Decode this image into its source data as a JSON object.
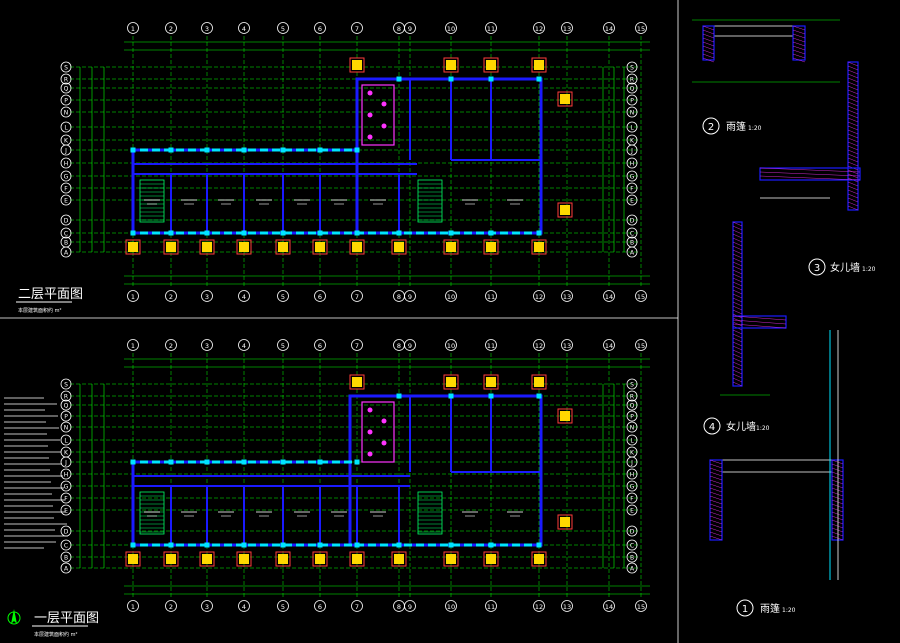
{
  "colors": {
    "background": "#000000",
    "grid_line": "#00ff00",
    "wall": "#1a1aff",
    "window": "#00e5ff",
    "column": "#ffd800",
    "column_outline": "#ff3b3b",
    "text": "#ffffff",
    "stair": "#00ff66",
    "sanitary": "#ff33ff"
  },
  "plans": [
    {
      "id": "plan-second-floor",
      "title": "二层平面图",
      "subtitle": "本层建筑面积约 m²",
      "grid_numbers": [
        "1",
        "2",
        "3",
        "4",
        "5",
        "6",
        "7",
        "8",
        "9",
        "10",
        "11",
        "12",
        "13",
        "14",
        "15"
      ],
      "grid_letters": [
        "S",
        "R",
        "Q",
        "P",
        "N",
        "L",
        "K",
        "J",
        "H",
        "G",
        "F",
        "E",
        "D",
        "C",
        "B",
        "A"
      ]
    },
    {
      "id": "plan-first-floor",
      "title": "一层平面图",
      "subtitle": "本层建筑面积约 m²",
      "grid_numbers": [
        "1",
        "2",
        "3",
        "4",
        "5",
        "6",
        "7",
        "8",
        "9",
        "10",
        "11",
        "12",
        "13",
        "14",
        "15"
      ],
      "grid_letters": [
        "S",
        "R",
        "Q",
        "P",
        "N",
        "L",
        "K",
        "J",
        "H",
        "G",
        "F",
        "E",
        "D",
        "C",
        "B",
        "A"
      ]
    }
  ],
  "details": [
    {
      "id": "detail-2",
      "number": "2",
      "title": "雨篷",
      "scale": "1:20"
    },
    {
      "id": "detail-3",
      "number": "3",
      "title": "女儿墙",
      "scale": "1:20"
    },
    {
      "id": "detail-4",
      "number": "4",
      "title": "女儿墙",
      "scale": "1:20"
    },
    {
      "id": "detail-1",
      "number": "1",
      "title": "雨篷",
      "scale": "1:20"
    }
  ]
}
